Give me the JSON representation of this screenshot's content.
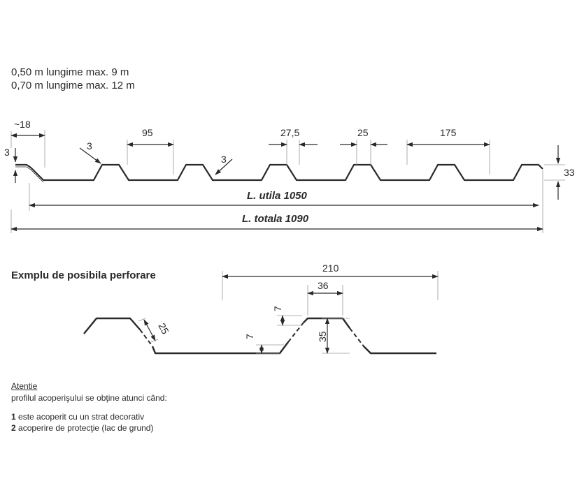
{
  "header": {
    "line1": "0,50 m lungime max. 9 m",
    "line2": "0,70 m lungime max. 12 m"
  },
  "top_profile": {
    "dim_left_flange": "~18",
    "dim_left_height": "3",
    "dim_radius_1": "3",
    "dim_radius_2": "3",
    "dim_rib_top": "95",
    "dim_crest": "27,5",
    "dim_valley": "25",
    "dim_pitch": "175",
    "dim_height": "33",
    "useful_length": "L. utila 1050",
    "total_length": "L. totala 1090"
  },
  "perforation": {
    "title": "Exmplu de posibila perforare",
    "dim_width": "210",
    "dim_top": "36",
    "dim_edge_1": "7",
    "dim_edge_2": "7",
    "dim_slant": "25",
    "dim_height": "35"
  },
  "notes": {
    "title": "Atentie",
    "intro": "profilul acoperişului se obţine atunci când:",
    "item1_num": "1",
    "item1_text": " este acoperit cu un strat decorativ",
    "item2_num": "2",
    "item2_text": " acoperire de protecţie (lac de grund)"
  }
}
